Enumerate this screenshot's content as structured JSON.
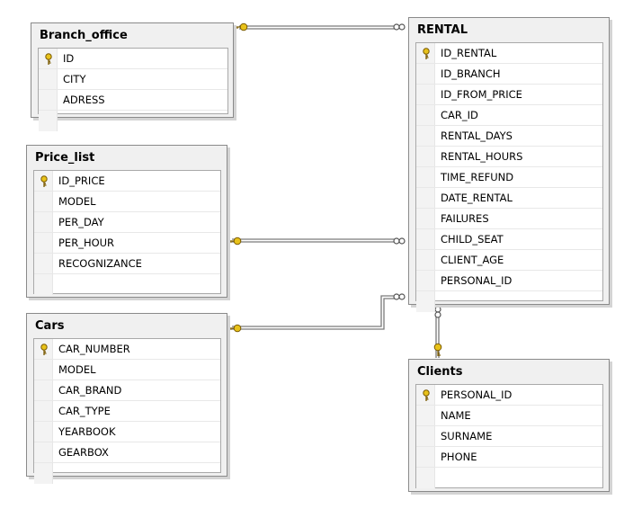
{
  "tables": {
    "branch_office": {
      "title": "Branch_office",
      "columns": [
        {
          "name": "ID",
          "key": true
        },
        {
          "name": "CITY",
          "key": false
        },
        {
          "name": "ADRESS",
          "key": false
        }
      ]
    },
    "price_list": {
      "title": "Price_list",
      "columns": [
        {
          "name": "ID_PRICE",
          "key": true
        },
        {
          "name": "MODEL",
          "key": false
        },
        {
          "name": "PER_DAY",
          "key": false
        },
        {
          "name": "PER_HOUR",
          "key": false
        },
        {
          "name": "RECOGNIZANCE",
          "key": false
        }
      ]
    },
    "cars": {
      "title": "Cars",
      "columns": [
        {
          "name": "CAR_NUMBER",
          "key": true
        },
        {
          "name": "MODEL",
          "key": false
        },
        {
          "name": "CAR_BRAND",
          "key": false
        },
        {
          "name": "CAR_TYPE",
          "key": false
        },
        {
          "name": "YEARBOOK",
          "key": false
        },
        {
          "name": "GEARBOX",
          "key": false
        }
      ]
    },
    "rental": {
      "title": "RENTAL",
      "columns": [
        {
          "name": "ID_RENTAL",
          "key": true
        },
        {
          "name": "ID_BRANCH",
          "key": false
        },
        {
          "name": "ID_FROM_PRICE",
          "key": false
        },
        {
          "name": "CAR_ID",
          "key": false
        },
        {
          "name": "RENTAL_DAYS",
          "key": false
        },
        {
          "name": "RENTAL_HOURS",
          "key": false
        },
        {
          "name": "TIME_REFUND",
          "key": false
        },
        {
          "name": "DATE_RENTAL",
          "key": false
        },
        {
          "name": "FAILURES",
          "key": false
        },
        {
          "name": "CHILD_SEAT",
          "key": false
        },
        {
          "name": "CLIENT_AGE",
          "key": false
        },
        {
          "name": "PERSONAL_ID",
          "key": false
        }
      ]
    },
    "clients": {
      "title": "Clients",
      "columns": [
        {
          "name": "PERSONAL_ID",
          "key": true
        },
        {
          "name": "NAME",
          "key": false
        },
        {
          "name": "SURNAME",
          "key": false
        },
        {
          "name": "PHONE",
          "key": false
        }
      ]
    }
  },
  "relationships": [
    {
      "from": "branch_office",
      "to": "rental",
      "one_end": "key-icon",
      "many_end": "infinity-icon"
    },
    {
      "from": "price_list",
      "to": "rental",
      "one_end": "key-icon",
      "many_end": "infinity-icon"
    },
    {
      "from": "cars",
      "to": "rental",
      "one_end": "key-icon",
      "many_end": "infinity-icon"
    },
    {
      "from": "clients",
      "to": "rental",
      "one_end": "key-icon",
      "many_end": "infinity-icon"
    }
  ],
  "colors": {
    "key_fill": "#e8c21a",
    "key_stroke": "#7a5a00",
    "line": "#7a7a7a"
  }
}
